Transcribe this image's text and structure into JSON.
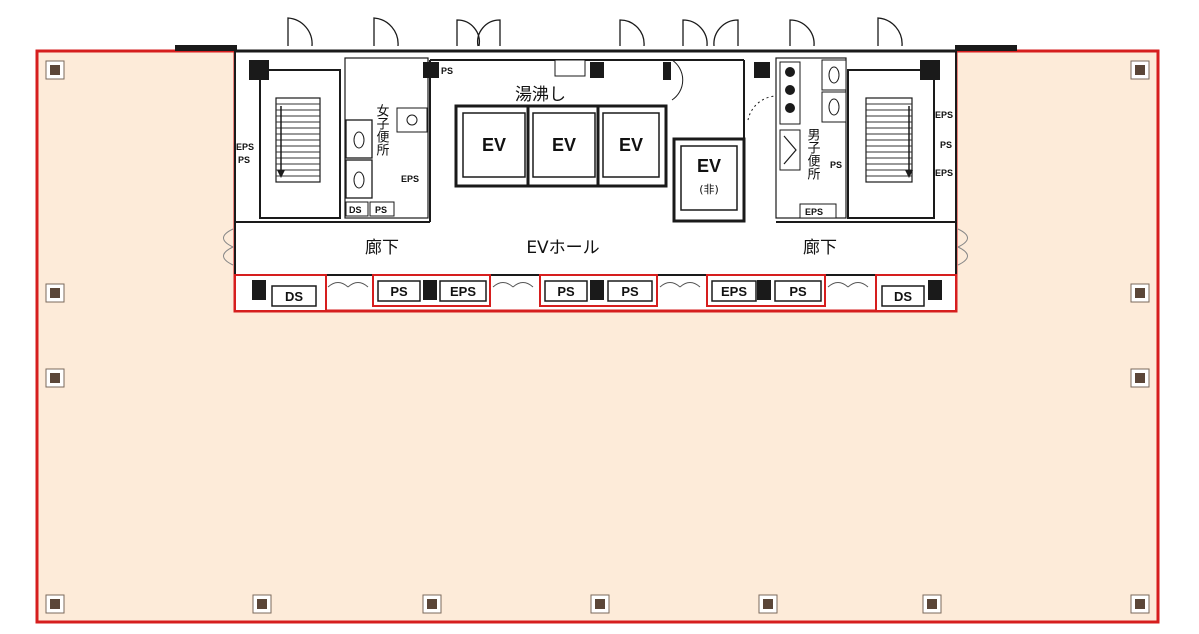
{
  "colors": {
    "floor": "#fdebd9",
    "boundary": "#d61e1e",
    "wall": "#1a1a1a",
    "column": "#5b4638",
    "core": "#ffffff"
  },
  "labels": {
    "ev": "EV",
    "ev_service": "EV",
    "ev_service_note": "(非)",
    "yuwakashi": "湯沸し",
    "women_wc": "女子便所",
    "men_wc": "男子便所",
    "corridor": "廊下",
    "ev_hall": "EVホール",
    "ds": "DS",
    "ps": "PS",
    "eps": "EPS"
  }
}
